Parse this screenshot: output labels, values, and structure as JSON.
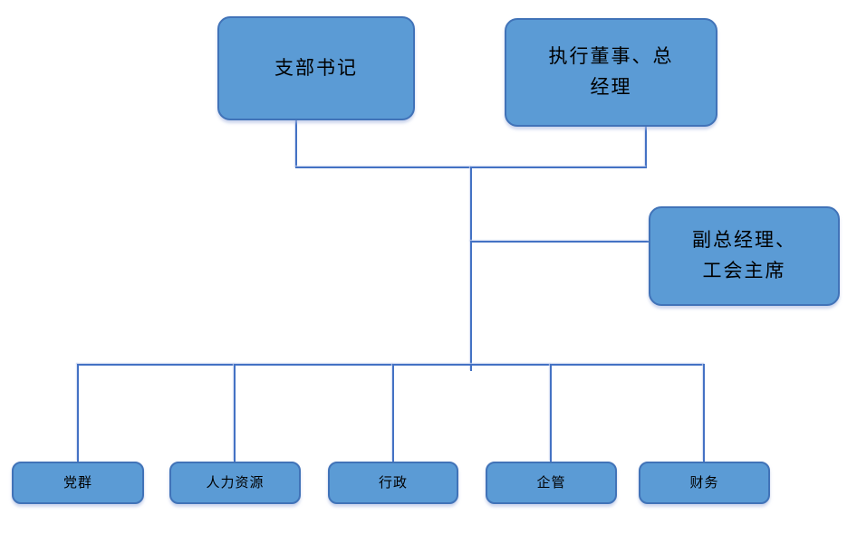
{
  "colors": {
    "box_fill": "#5b9bd5",
    "box_border": "#4173b8",
    "connector": "#4472c4",
    "text": "#000000",
    "background": "#ffffff"
  },
  "org_chart": {
    "top_row": [
      {
        "label": "支部书记"
      },
      {
        "label": "执行董事、总\n经理"
      }
    ],
    "middle_row": [
      {
        "label": "副总经理、\n工会主席"
      }
    ],
    "departments": [
      {
        "label": "党群"
      },
      {
        "label": "人力资源"
      },
      {
        "label": "行政"
      },
      {
        "label": "企管"
      },
      {
        "label": "财务"
      }
    ]
  }
}
